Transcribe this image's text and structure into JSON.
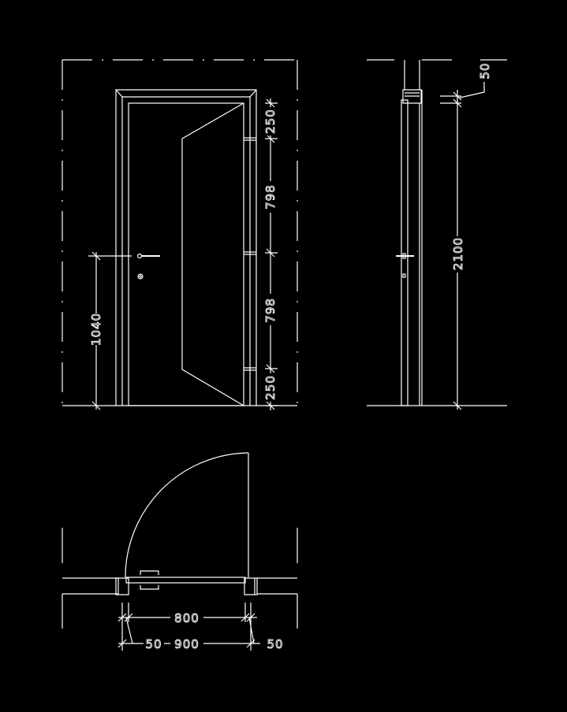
{
  "diagram": {
    "front_elevation": {
      "dims_right": [
        "250",
        "798",
        "798",
        "250"
      ],
      "handle_height": "1040"
    },
    "side_elevation": {
      "height": "2100",
      "head": "50"
    },
    "plan": {
      "clear_width": "800",
      "total_width": "900",
      "frame_left": "50",
      "frame_right": "50"
    }
  },
  "colors": {
    "background": "#000000",
    "line": "#ffffff"
  }
}
